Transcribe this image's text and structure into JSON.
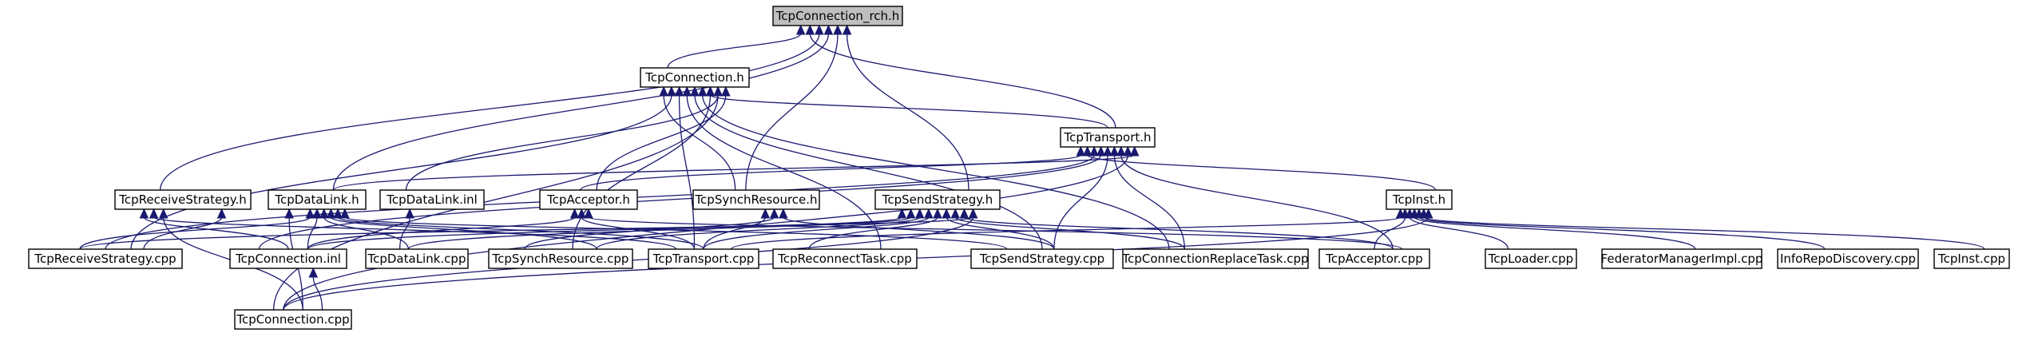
{
  "colors": {
    "edge": "#191970",
    "node_fill": "#ffffff",
    "root_fill": "#bfbfbf",
    "border": "#000000"
  },
  "nodes": {
    "rch": {
      "label": "TcpConnection_rch.h"
    },
    "conn": {
      "label": "TcpConnection.h"
    },
    "trans": {
      "label": "TcpTransport.h"
    },
    "rsh": {
      "label": "TcpReceiveStrategy.h"
    },
    "dlh": {
      "label": "TcpDataLink.h"
    },
    "dlinl": {
      "label": "TcpDataLink.inl"
    },
    "acch": {
      "label": "TcpAcceptor.h"
    },
    "synh": {
      "label": "TcpSynchResource.h"
    },
    "ssh": {
      "label": "TcpSendStrategy.h"
    },
    "insth": {
      "label": "TcpInst.h"
    },
    "rscpp": {
      "label": "TcpReceiveStrategy.cpp"
    },
    "cinl": {
      "label": "TcpConnection.inl"
    },
    "dlcpp": {
      "label": "TcpDataLink.cpp"
    },
    "syncpp": {
      "label": "TcpSynchResource.cpp"
    },
    "trcpp": {
      "label": "TcpTransport.cpp"
    },
    "rtcpp": {
      "label": "TcpReconnectTask.cpp"
    },
    "sscpp": {
      "label": "TcpSendStrategy.cpp"
    },
    "crtcpp": {
      "label": "TcpConnectionReplaceTask.cpp"
    },
    "acccpp": {
      "label": "TcpAcceptor.cpp"
    },
    "ldcpp": {
      "label": "TcpLoader.cpp"
    },
    "fmcpp": {
      "label": "FederatorManagerImpl.cpp"
    },
    "ircpp": {
      "label": "InfoRepoDiscovery.cpp"
    },
    "instcpp": {
      "label": "TcpInst.cpp"
    },
    "conncpp": {
      "label": "TcpConnection.cpp"
    }
  },
  "edges": [
    [
      "conn",
      "rch"
    ],
    [
      "trans",
      "rch"
    ],
    [
      "rsh",
      "rch"
    ],
    [
      "dlh",
      "rch"
    ],
    [
      "synh",
      "rch"
    ],
    [
      "ssh",
      "rch"
    ],
    [
      "trans",
      "conn"
    ],
    [
      "dlinl",
      "conn"
    ],
    [
      "acch",
      "conn"
    ],
    [
      "synh",
      "conn"
    ],
    [
      "rscpp",
      "conn"
    ],
    [
      "trcpp",
      "conn"
    ],
    [
      "rtcpp",
      "conn"
    ],
    [
      "sscpp",
      "conn"
    ],
    [
      "crtcpp",
      "conn"
    ],
    [
      "syncpp",
      "conn"
    ],
    [
      "conncpp",
      "conn"
    ],
    [
      "dlh",
      "trans"
    ],
    [
      "acch",
      "trans"
    ],
    [
      "insth",
      "trans"
    ],
    [
      "rscpp",
      "trans"
    ],
    [
      "cinl",
      "trans"
    ],
    [
      "sscpp",
      "trans"
    ],
    [
      "crtcpp",
      "trans"
    ],
    [
      "acccpp",
      "trans"
    ],
    [
      "conncpp",
      "trans"
    ],
    [
      "rscpp",
      "rsh"
    ],
    [
      "cinl",
      "rsh"
    ],
    [
      "trcpp",
      "rsh"
    ],
    [
      "conncpp",
      "rsh"
    ],
    [
      "rscpp",
      "dlh"
    ],
    [
      "cinl",
      "dlh"
    ],
    [
      "dlcpp",
      "dlh"
    ],
    [
      "syncpp",
      "dlh"
    ],
    [
      "trcpp",
      "dlh"
    ],
    [
      "sscpp",
      "dlh"
    ],
    [
      "conncpp",
      "dlh"
    ],
    [
      "dlcpp",
      "dlinl"
    ],
    [
      "cinl",
      "acch"
    ],
    [
      "trcpp",
      "acch"
    ],
    [
      "acccpp",
      "acch"
    ],
    [
      "trcpp",
      "synh"
    ],
    [
      "syncpp",
      "synh"
    ],
    [
      "sscpp",
      "synh"
    ],
    [
      "rscpp",
      "ssh"
    ],
    [
      "cinl",
      "ssh"
    ],
    [
      "dlcpp",
      "ssh"
    ],
    [
      "syncpp",
      "ssh"
    ],
    [
      "trcpp",
      "ssh"
    ],
    [
      "rtcpp",
      "ssh"
    ],
    [
      "sscpp",
      "ssh"
    ],
    [
      "crtcpp",
      "ssh"
    ],
    [
      "acccpp",
      "ssh"
    ],
    [
      "conncpp",
      "ssh"
    ],
    [
      "trcpp",
      "insth"
    ],
    [
      "acccpp",
      "insth"
    ],
    [
      "ldcpp",
      "insth"
    ],
    [
      "fmcpp",
      "insth"
    ],
    [
      "ircpp",
      "insth"
    ],
    [
      "instcpp",
      "insth"
    ],
    [
      "conncpp",
      "insth"
    ],
    [
      "conncpp",
      "cinl"
    ]
  ]
}
